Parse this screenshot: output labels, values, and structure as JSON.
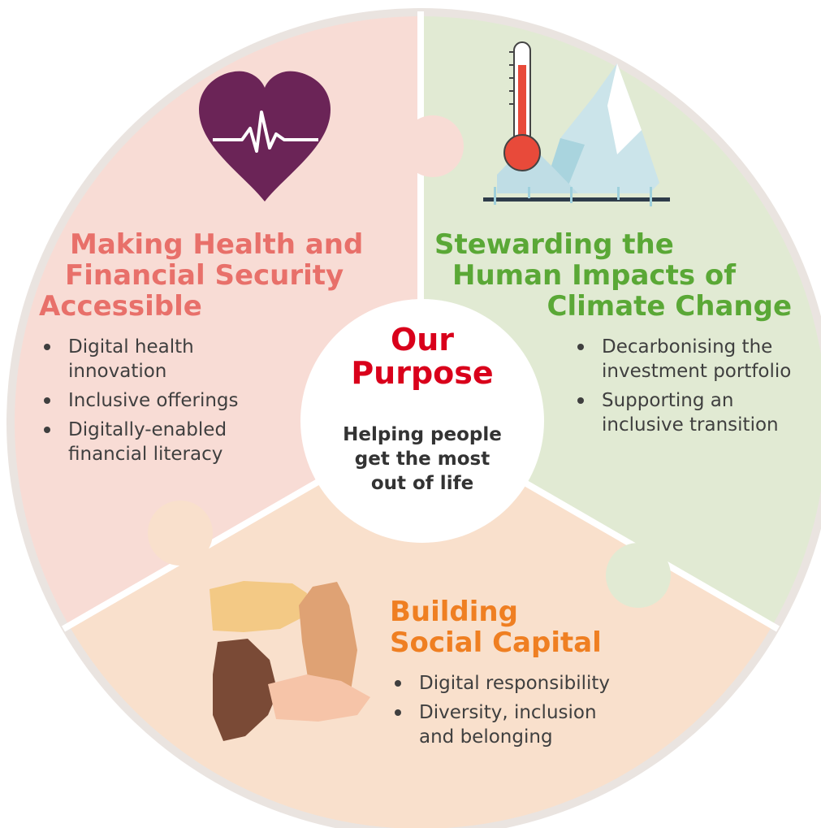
{
  "center": {
    "title_lines": [
      "Our",
      "Purpose"
    ],
    "subtitle_lines": [
      "Helping people",
      "get the most",
      "out of life"
    ]
  },
  "segments": {
    "health": {
      "title_lines": [
        "Making Health and",
        "Financial Security",
        "Accessible"
      ],
      "bullets": [
        [
          "Digital health",
          "innovation"
        ],
        [
          "Inclusive offerings"
        ],
        [
          "Digitally-enabled",
          "financial literacy"
        ]
      ],
      "color": "#e8706a",
      "fill": "#f8dcd5",
      "icon": "heart-pulse-icon"
    },
    "climate": {
      "title_lines": [
        "Stewarding the",
        "Human Impacts of",
        "Climate Change"
      ],
      "bullets": [
        [
          "Decarbonising the",
          "investment portfolio"
        ],
        [
          "Supporting an",
          "inclusive transition"
        ]
      ],
      "color": "#5aa836",
      "fill": "#e1ead3",
      "icon": "thermometer-iceberg-icon"
    },
    "social": {
      "title_lines": [
        "Building",
        "Social Capital"
      ],
      "bullets": [
        [
          "Digital responsibility"
        ],
        [
          "Diversity, inclusion",
          "and belonging"
        ]
      ],
      "color": "#ef7f22",
      "fill": "#f9e0cc",
      "icon": "joined-hands-icon"
    }
  },
  "colors": {
    "center_title": "#d9001b",
    "text": "#3f3f3f",
    "outer_ring": "#e9e3df",
    "divider": "#ffffff"
  }
}
